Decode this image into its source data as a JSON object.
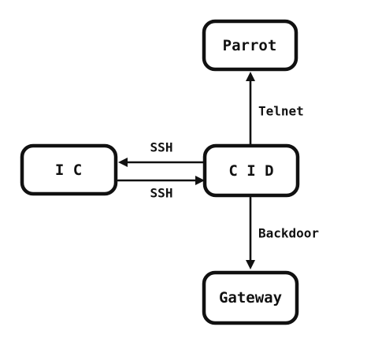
{
  "nodes": {
    "parrot": "Parrot",
    "ic": "I C",
    "cid": "C I D",
    "gateway": "Gateway"
  },
  "edges": {
    "telnet": "Telnet",
    "ssh_top": "SSH",
    "ssh_bottom": "SSH",
    "backdoor": "Backdoor"
  },
  "colors": {
    "stroke": "#111111",
    "background": "#ffffff"
  }
}
